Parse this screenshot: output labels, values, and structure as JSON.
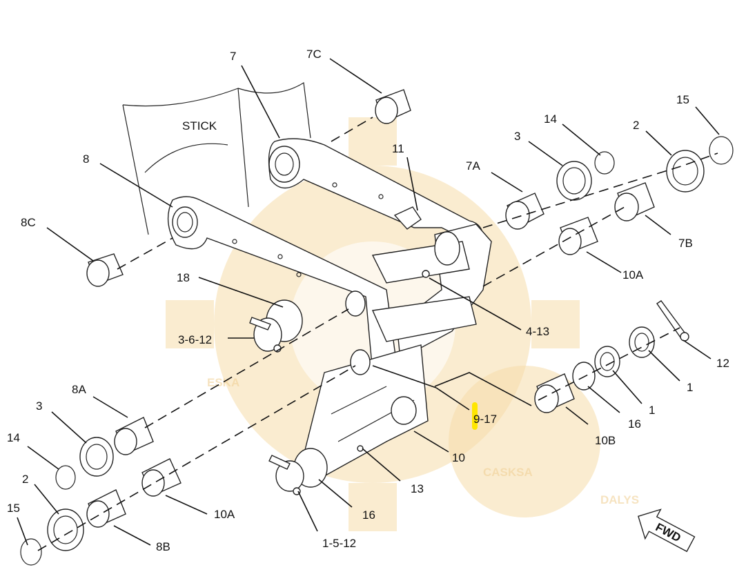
{
  "watermark": {
    "big": "ESKA",
    "mid": "CASKSA",
    "small": "DALYS",
    "color": "#f5dcaa"
  },
  "drawing": {
    "stick_label": "STICK",
    "fwd_label": "FWD",
    "highlight_color": "#ffe600",
    "callouts": [
      {
        "id": "c-7",
        "text": "7"
      },
      {
        "id": "c-7c",
        "text": "7C"
      },
      {
        "id": "c-11",
        "text": "11"
      },
      {
        "id": "c-8",
        "text": "8"
      },
      {
        "id": "c-8c",
        "text": "8C"
      },
      {
        "id": "c-7a",
        "text": "7A"
      },
      {
        "id": "c-3-top",
        "text": "3"
      },
      {
        "id": "c-14-top",
        "text": "14"
      },
      {
        "id": "c-2-top",
        "text": "2"
      },
      {
        "id": "c-15-top",
        "text": "15"
      },
      {
        "id": "c-7b",
        "text": "7B"
      },
      {
        "id": "c-10a-top",
        "text": "10A"
      },
      {
        "id": "c-18",
        "text": "18"
      },
      {
        "id": "c-3-6-12",
        "text": "3-6-12"
      },
      {
        "id": "c-4-13",
        "text": "4-13"
      },
      {
        "id": "c-12",
        "text": "12"
      },
      {
        "id": "c-1-a",
        "text": "1"
      },
      {
        "id": "c-1-b",
        "text": "1"
      },
      {
        "id": "c-16-right",
        "text": "16"
      },
      {
        "id": "c-10b",
        "text": "10B"
      },
      {
        "id": "c-9-17",
        "text": "9-17"
      },
      {
        "id": "c-10",
        "text": "10"
      },
      {
        "id": "c-13",
        "text": "13"
      },
      {
        "id": "c-16-bottom",
        "text": "16"
      },
      {
        "id": "c-1-5-12",
        "text": "1-5-12"
      },
      {
        "id": "c-8a",
        "text": "8A"
      },
      {
        "id": "c-3-bottom",
        "text": "3"
      },
      {
        "id": "c-14-bottom",
        "text": "14"
      },
      {
        "id": "c-2-bottom",
        "text": "2"
      },
      {
        "id": "c-15-bottom",
        "text": "15"
      },
      {
        "id": "c-10a-bottom",
        "text": "10A"
      },
      {
        "id": "c-8b",
        "text": "8B"
      }
    ]
  }
}
